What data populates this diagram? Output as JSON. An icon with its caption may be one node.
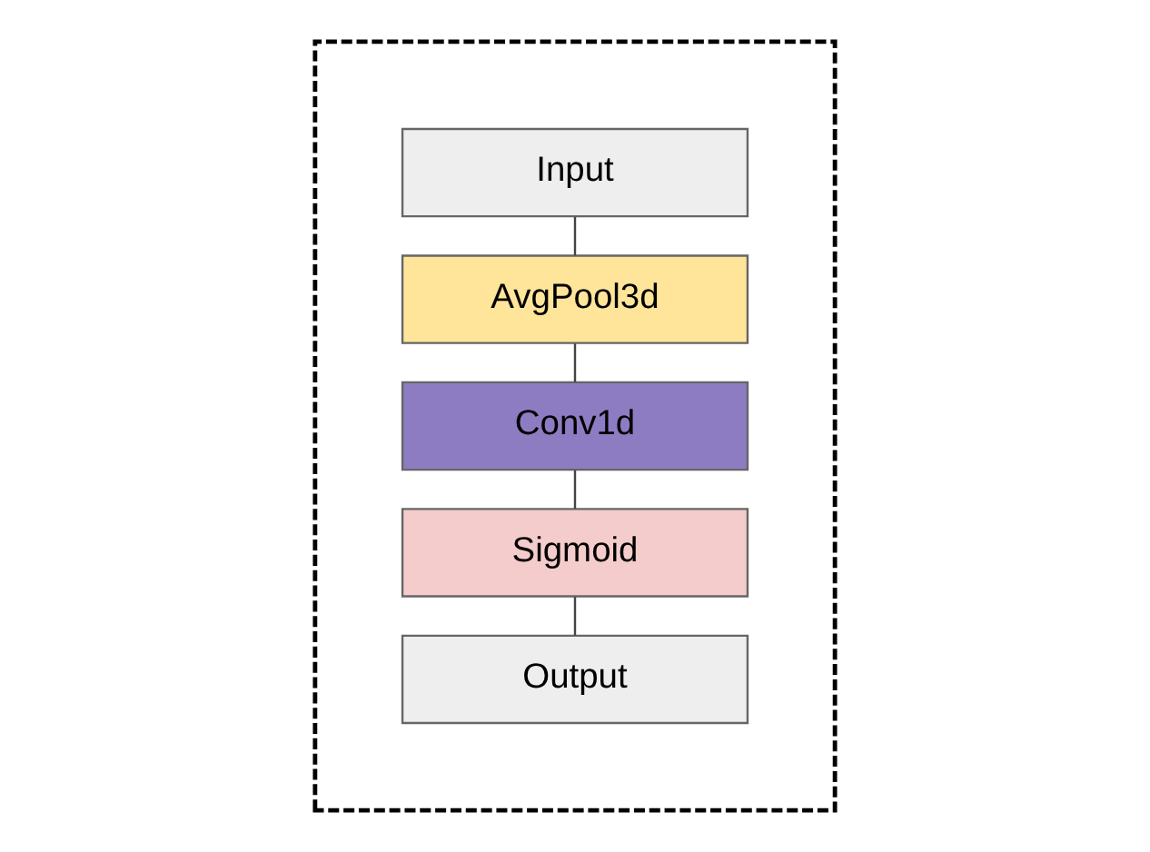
{
  "diagram": {
    "nodes": [
      {
        "text": [],
        "shape": "box"
      },
      {
        "text": [
          "Input"
        ],
        "in": 0
      },
      {
        "text": [
          "AvgPool3d"
        ],
        "in": 0
      },
      {
        "text": [
          "Conv1d"
        ],
        "in": 0
      },
      {
        "text": [
          "Sigmoid"
        ],
        "in": 0
      },
      {
        "text": [
          "Output"
        ],
        "in": 0
      }
    ],
    "edges": [
      {
        "from": 1,
        "to": 2,
        "arrow": "none"
      },
      {
        "from": 2,
        "to": 3,
        "arrow": "none"
      },
      {
        "from": 3,
        "to": 4,
        "arrow": "none"
      },
      {
        "from": 4,
        "to": 5,
        "arrow": "none"
      }
    ]
  }
}
